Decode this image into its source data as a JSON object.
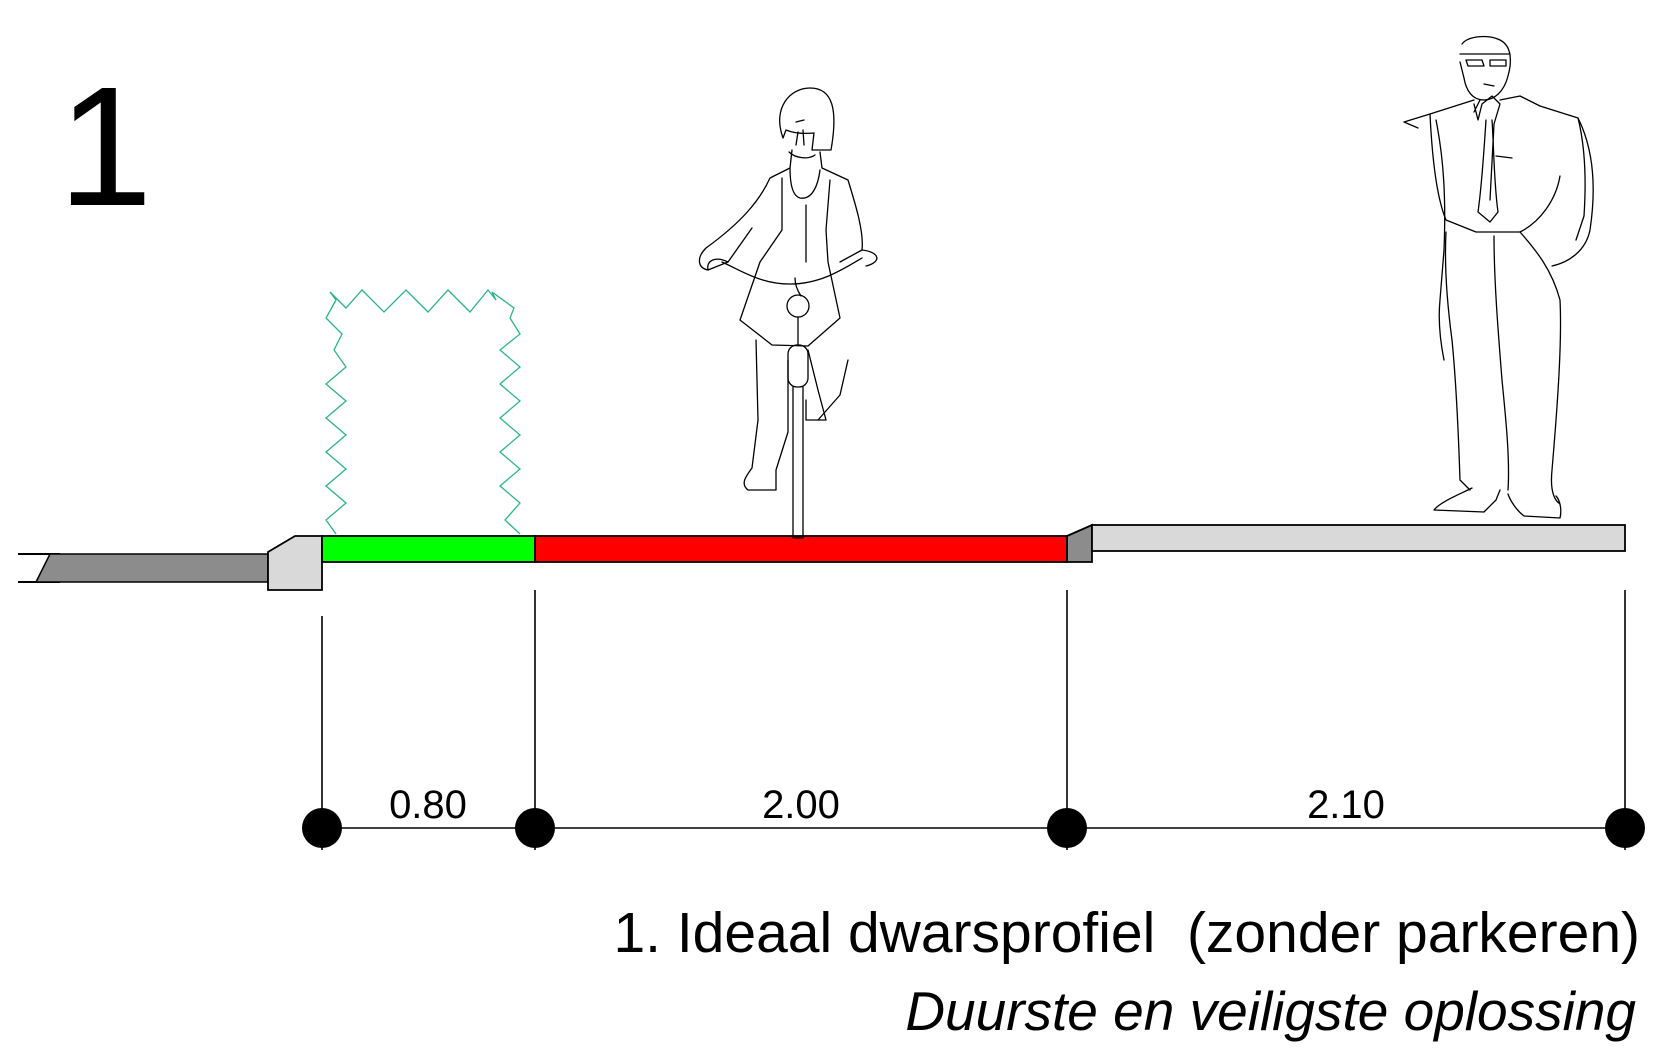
{
  "figure_number": "1",
  "segments": [
    {
      "width_label": "0.80",
      "surface": "green strip",
      "color": "#00ff00"
    },
    {
      "width_label": "2.00",
      "surface": "red cycle path",
      "color": "#ff0000"
    },
    {
      "width_label": "2.10",
      "surface": "sidewalk",
      "color": "#d9d9d9"
    }
  ],
  "colors": {
    "road": "#8c8c8c",
    "curb": "#d9d9d9",
    "curb_dark": "#8c8c8c",
    "hedge": "#2ab58a",
    "line": "#000000"
  },
  "icons": [
    "hedge-outline",
    "cyclist-figure",
    "pedestrian-figure"
  ],
  "caption": {
    "title": "1. Ideaal dwarsprofiel  (zonder parkeren)",
    "subtitle": "Duurste en veiligste oplossing"
  }
}
